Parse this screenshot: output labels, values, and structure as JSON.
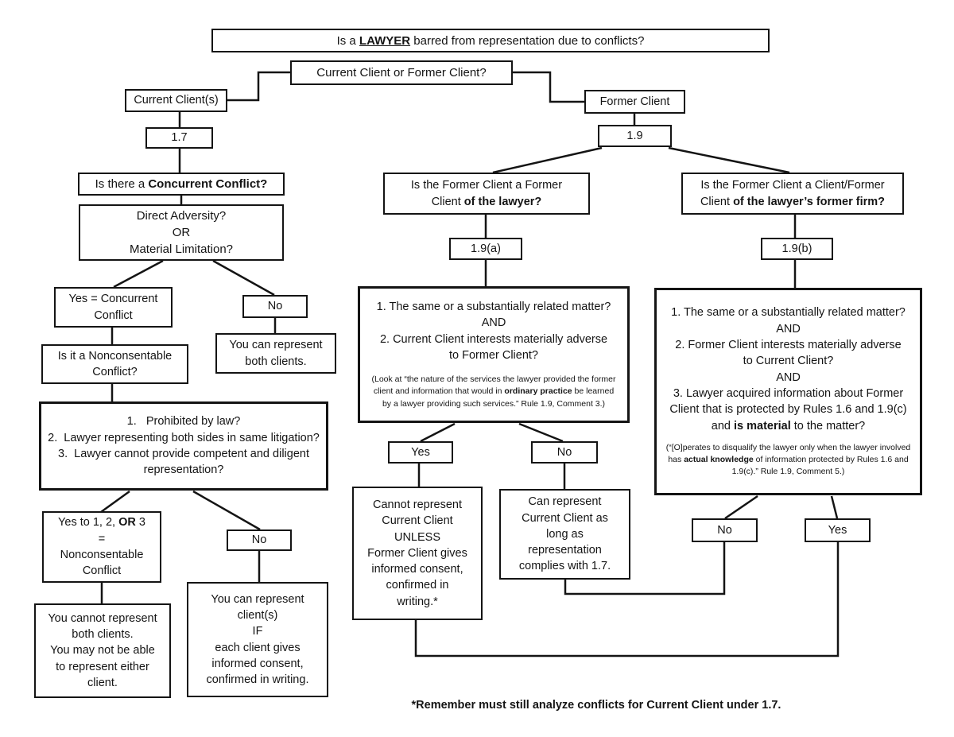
{
  "title": {
    "p1": "Is a ",
    "em": "LAWYER",
    "p2": " barred from representation due to conflicts?"
  },
  "root": {
    "question": "Current Client or Former Client?"
  },
  "current": {
    "label": "Current Client(s)",
    "rule": "1.7",
    "concurrent_q": {
      "p1": "Is there a ",
      "em": "Concurrent Conflict?"
    },
    "adversity": "Direct Adversity?\nOR\nMaterial Limitation?",
    "yes_result": "Yes = Concurrent\nConflict",
    "no_label": "No",
    "no_result": "You can represent\nboth clients.",
    "nonconsentable_q": "Is it a Nonconsentable\nConflict?",
    "tests": {
      "t1": "1.   Prohibited by law?",
      "t2": "2.  Lawyer representing both sides in same litigation?",
      "t3": "3.  Lawyer cannot provide competent and diligent representation?"
    },
    "yes_nonconsentable": {
      "p1": "Yes to 1, 2, ",
      "em": "OR",
      "p2": " 3",
      "rest": "=\nNonconsentable\nConflict"
    },
    "no2_label": "No",
    "nonconsentable_result": "You cannot represent\nboth clients.\nYou may not be able\nto represent either\nclient.",
    "consent_result": "You can represent\nclient(s)\nIF\neach client gives\ninformed consent,\nconfirmed in writing."
  },
  "former": {
    "label": "Former Client",
    "rule": "1.9",
    "rule_a": "1.9(a)",
    "rule_b": "1.9(b)",
    "lawyer_q": {
      "l1": "Is the Former Client a Former",
      "l2p": "Client ",
      "l2em": "of the lawyer?"
    },
    "firm_q": {
      "l1": "Is the Former Client a Client/Former",
      "l2p": "Client ",
      "l2em": "of the lawyer’s former firm?"
    },
    "a": {
      "item1": "1. The same or a substantially related matter?",
      "and": "AND",
      "item2": "2. Current Client interests materially adverse\nto Former Client?",
      "note": {
        "p1": "(Look at “the nature of the services the lawyer provided the former client and information that would in ",
        "em": "ordinary practice",
        "p2": " be learned by a lawyer providing such services.” Rule 1.9, Comment 3.)"
      },
      "yes_label": "Yes",
      "no_label": "No",
      "yes_result": "Cannot represent\nCurrent Client\nUNLESS\nFormer Client gives\ninformed consent,\nconfirmed in\nwriting.*",
      "no_result": "Can represent\nCurrent Client as\nlong as\nrepresentation\ncomplies with 1.7."
    },
    "b": {
      "item1": "1. The same or a substantially related matter?",
      "and1": "AND",
      "item2": "2. Former Client interests materially adverse\nto Current Client?",
      "and2": "AND",
      "item3": {
        "p1": "3. Lawyer acquired information about Former Client that is protected by Rules 1.6 and 1.9(c) and ",
        "em": "is material",
        "p2": " to the matter?"
      },
      "note": {
        "p1": "(“[O]perates to disqualify the lawyer only when the lawyer involved has ",
        "em": "actual knowledge",
        "p2": " of information protected by Rules 1.6 and 1.9(c).” Rule 1.9, Comment 5.)"
      },
      "no_label": "No",
      "yes_label": "Yes"
    }
  },
  "footnote": "*Remember must still analyze conflicts for Current Client under 1.7."
}
